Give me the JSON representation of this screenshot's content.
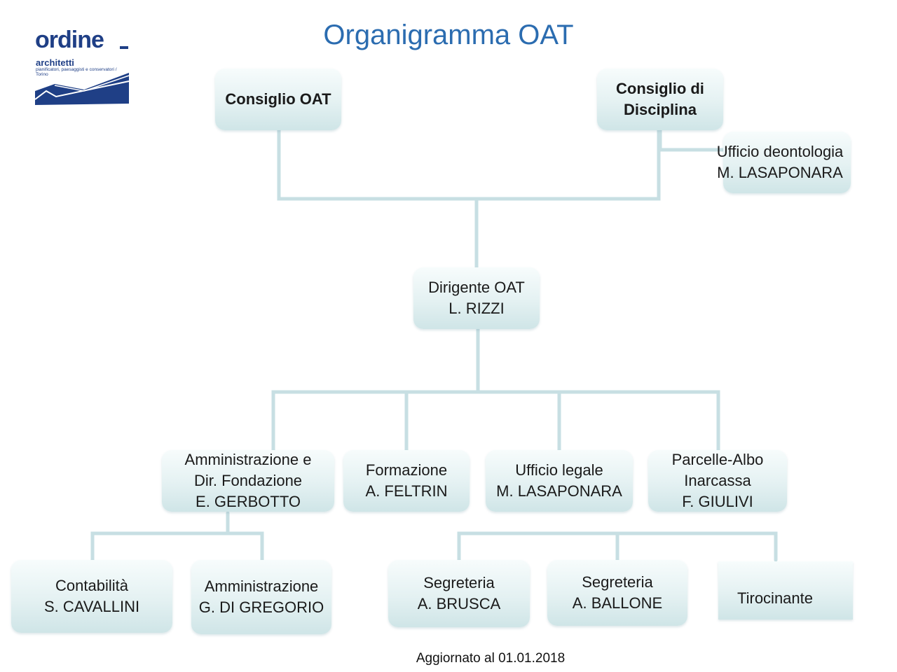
{
  "title": "Organigramma OAT",
  "logo": {
    "word": "ordine",
    "sub1": "architetti",
    "sub2": "pianificatori, paesaggisti e conservatori / Torino"
  },
  "nodes": {
    "consiglio_oat": {
      "lines": [
        "Consiglio OAT"
      ]
    },
    "consiglio_disciplina": {
      "lines": [
        "Consiglio di",
        "Disciplina"
      ]
    },
    "ufficio_deontologia": {
      "lines": [
        "Ufficio deontologia",
        "M. LASAPONARA"
      ]
    },
    "dirigente": {
      "lines": [
        "Dirigente OAT",
        "L. RIZZI"
      ]
    },
    "amministrazione_fondazione": {
      "lines": [
        "Amministrazione e",
        "Dir. Fondazione",
        "E. GERBOTTO"
      ]
    },
    "formazione": {
      "lines": [
        "Formazione",
        "A. FELTRIN"
      ]
    },
    "ufficio_legale": {
      "lines": [
        "Ufficio legale",
        "M. LASAPONARA"
      ]
    },
    "parcelle": {
      "lines": [
        "Parcelle-Albo",
        "Inarcassa",
        "F. GIULIVI"
      ]
    },
    "contabilita": {
      "lines": [
        "Contabilità",
        "S. CAVALLINI"
      ]
    },
    "amministrazione": {
      "lines": [
        "Amministrazione",
        "G. DI GREGORIO"
      ]
    },
    "segreteria_brusca": {
      "lines": [
        "Segreteria",
        "A. BRUSCA"
      ]
    },
    "segreteria_ballone": {
      "lines": [
        "Segreteria",
        "A. BALLONE"
      ]
    },
    "tirocinante": {
      "lines": [
        "Tirocinante"
      ]
    }
  },
  "footer": "Aggiornato al 01.01.2018",
  "colors": {
    "title": "#2b6cb0",
    "logo": "#1f3f86",
    "connector": "#c7dfe3",
    "box": "#e4f1f2"
  }
}
